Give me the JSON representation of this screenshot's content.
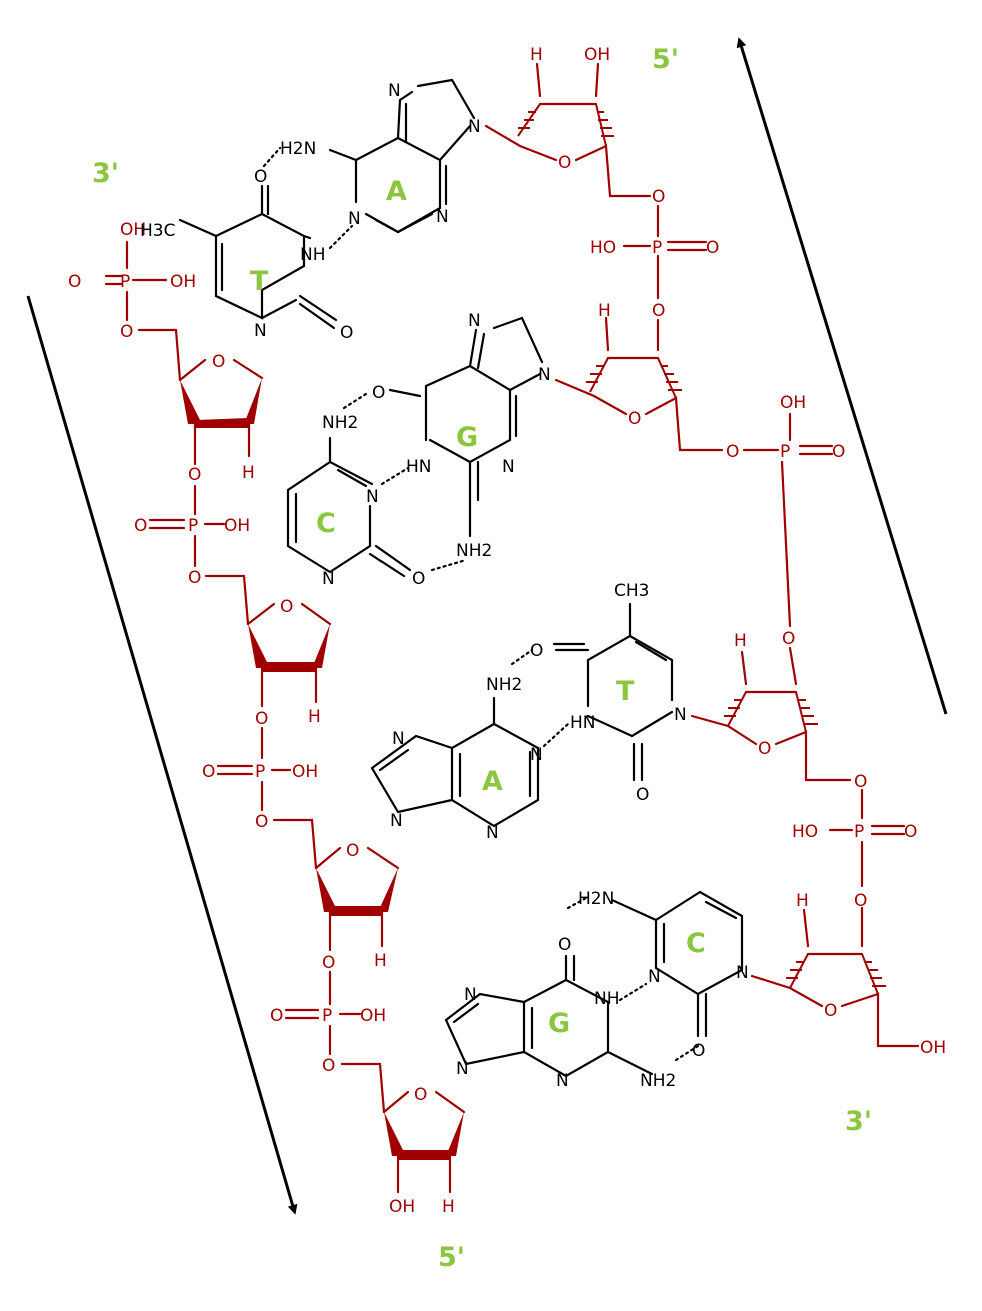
{
  "colors": {
    "sugar_phosphate": "#a00000",
    "base_atoms": "#000000",
    "base_letter": "#8cc63f"
  },
  "strand_ends": {
    "top_left": "3'",
    "top_right": "5'",
    "bottom_left": "5'",
    "bottom_right": "3'"
  },
  "base_letters": {
    "a1": "A",
    "t1": "T",
    "g1": "G",
    "c1": "C",
    "t2": "T",
    "a2": "A",
    "c2": "C",
    "g2": "G"
  },
  "atoms": {
    "O": "O",
    "N": "N",
    "NH": "NH",
    "HN": "HN",
    "OH": "OH",
    "HO": "HO",
    "H": "H",
    "P": "P",
    "H2N": "H2N",
    "NH2": "NH2",
    "H3C": "H3C",
    "CH3": "CH3"
  }
}
